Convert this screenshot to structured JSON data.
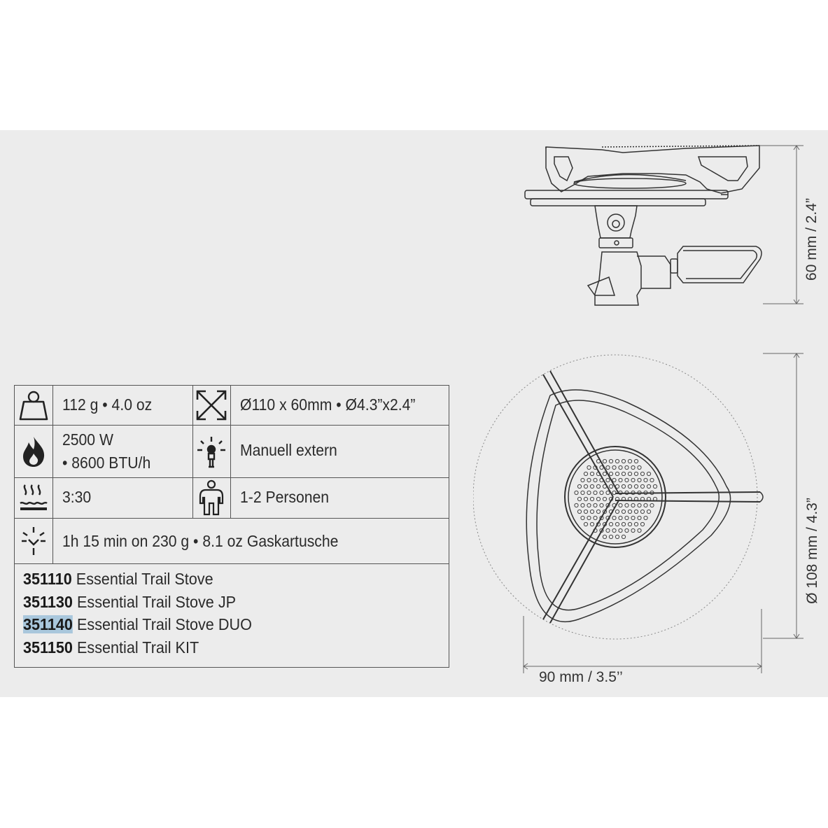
{
  "specs": {
    "weight": "112 g • 4.0 oz",
    "size": "Ø110 x 60mm • Ø4.3”x2.4”",
    "power_line1": "2500 W",
    "power_line2": "• 8600 BTU/h",
    "ignition": "Manuell extern",
    "boil_time": "3:30",
    "persons": "1-2 Personen",
    "burn_time": "1h 15 min on 230 g • 8.1 oz Gaskartusche"
  },
  "models": [
    {
      "code": "351110",
      "name": "Essential Trail Stove",
      "highlighted": false
    },
    {
      "code": "351130",
      "name": "Essential Trail Stove JP",
      "highlighted": false
    },
    {
      "code": "351140",
      "name": "Essential Trail Stove DUO",
      "highlighted": true
    },
    {
      "code": "351150",
      "name": "Essential Trail KIT",
      "highlighted": false
    }
  ],
  "dimensions": {
    "height": "60 mm / 2.4”",
    "diameter": "Ø 108 mm / 4.3”",
    "width": "90 mm / 3.5’’"
  },
  "colors": {
    "panel_bg": "#ececec",
    "highlight": "#a9c7dc",
    "line": "#555555"
  },
  "icons": [
    "weight-icon",
    "dimensions-arrows-icon",
    "flame-icon",
    "ignition-icon",
    "boiling-water-icon",
    "person-icon",
    "burn-time-icon"
  ]
}
